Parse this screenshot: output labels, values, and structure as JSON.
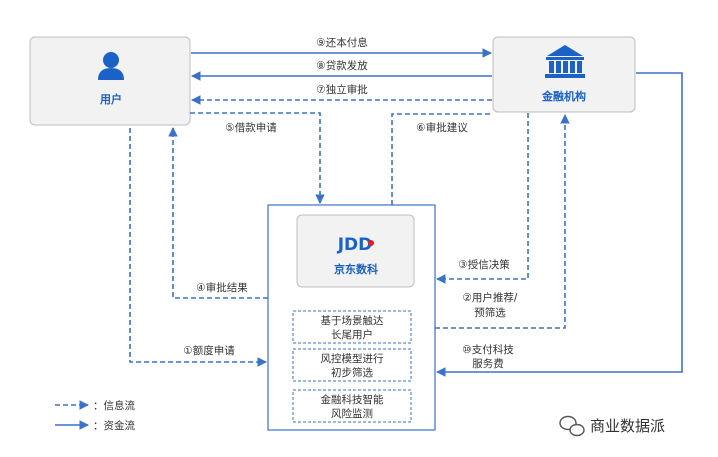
{
  "nodes": {
    "user": "用户",
    "bank": "金融机构",
    "jdd": "京东数科",
    "jdd_logo": "JDD"
  },
  "jdd_functions": [
    [
      "基于场景触达",
      "长尾用户"
    ],
    [
      "风控模型进行",
      "初步筛选"
    ],
    [
      "金融科技智能",
      "风险监测"
    ]
  ],
  "flows": {
    "f9": "⑨还本付息",
    "f8": "⑧贷款发放",
    "f7": "⑦独立审批",
    "f5": "⑤借款申请",
    "f6": "⑥审批建议",
    "f3": "③授信决策",
    "f4": "④审批结果",
    "f2_line1": "②用户推荐/",
    "f2_line2": "预筛选",
    "f1": "①额度申请",
    "f10_line1": "⑩支付科技",
    "f10_line2": "服务费"
  },
  "legend": {
    "info": "：信息流",
    "fund": "：资金流"
  },
  "watermark": "商业数据派",
  "colors": {
    "accent": "#1a62c7",
    "line": "#3a72c9",
    "node_fill": "#f2f2f2",
    "node_border": "#bfbfbf"
  }
}
